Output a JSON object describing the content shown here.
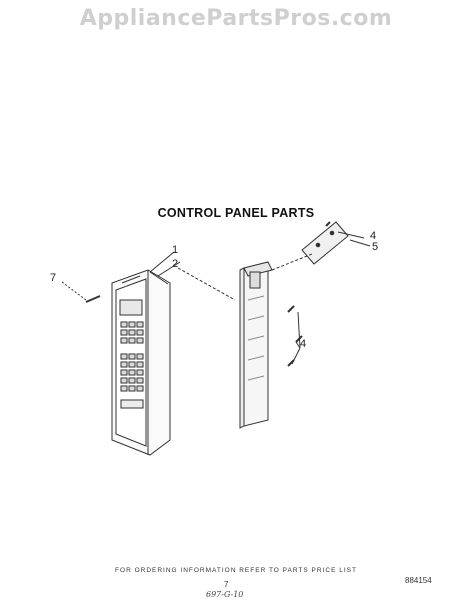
{
  "watermark": "AppliancePartsPros.com",
  "diagram": {
    "title": "CONTROL PANEL PARTS",
    "callouts": {
      "c1": "1",
      "c2": "2",
      "c7": "7",
      "c4a": "4",
      "c5": "5",
      "c4b": "4"
    }
  },
  "footer": {
    "ordering_note": "FOR ORDERING INFORMATION REFER TO PARTS PRICE LIST",
    "page_number": "7",
    "doc_id": "884154",
    "handwritten": "697-G-10"
  }
}
